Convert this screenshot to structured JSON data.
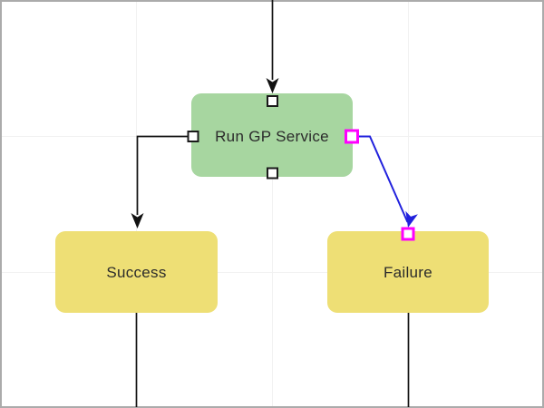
{
  "diagram": {
    "nodes": [
      {
        "label": "Run GP Service",
        "fill": "#a7d6a0"
      },
      {
        "label": "Success",
        "fill": "#eedf75"
      },
      {
        "label": "Failure",
        "fill": "#eedf75"
      }
    ],
    "connectors": [
      {
        "from": "canvas-top",
        "to": "Run GP Service",
        "color": "#111111",
        "selected": false
      },
      {
        "from": "Run GP Service",
        "to": "Success",
        "color": "#111111",
        "selected": false
      },
      {
        "from": "Run GP Service",
        "to": "Failure",
        "color": "#2121dd",
        "selected": true
      },
      {
        "from": "Success",
        "to": "canvas-bottom",
        "color": "#111111",
        "selected": false
      },
      {
        "from": "Failure",
        "to": "canvas-bottom",
        "color": "#111111",
        "selected": false
      }
    ],
    "colors": {
      "canvas": "#ffffff",
      "frame": "#ababab",
      "grid": "#f1f1f1",
      "text": "#2b2b2b",
      "connector": "#111111",
      "selected_connector": "#2121dd",
      "handle_fill": "#ffffff",
      "handle_stroke": "#1a1a1a",
      "selected_handle_stroke": "#ff00ff"
    }
  }
}
